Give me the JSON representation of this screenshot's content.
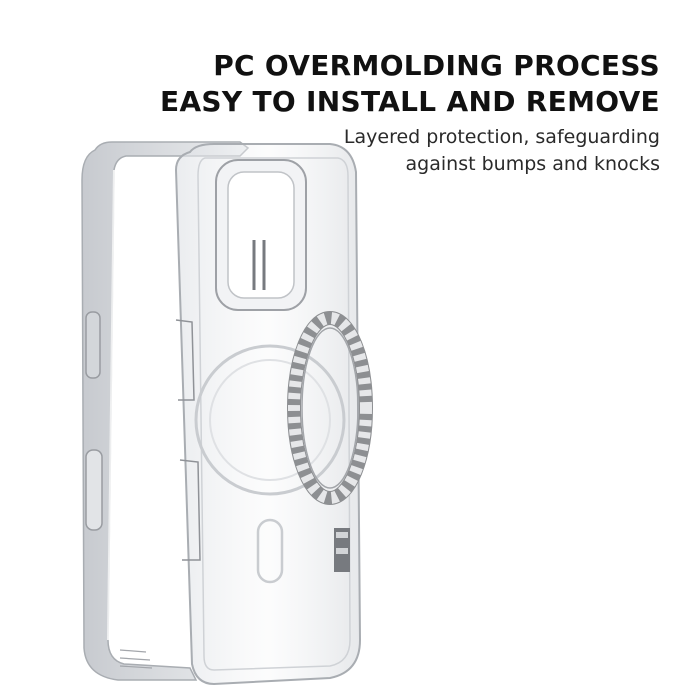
{
  "headline": {
    "line1": "PC OVERMOLDING PROCESS",
    "line2": "EASY TO INSTALL AND REMOVE"
  },
  "subtext": {
    "line1": "Layered protection, safeguarding",
    "line2": "against bumps and knocks"
  },
  "product": {
    "items": [
      "phone-case-frame",
      "phone-case-back-shell",
      "magsafe-magnetic-ring"
    ],
    "colors": {
      "case_edge": "#b9bcc0",
      "case_fill": "#eef0f2",
      "ring": "#8d8f92",
      "text": "#111111"
    }
  }
}
